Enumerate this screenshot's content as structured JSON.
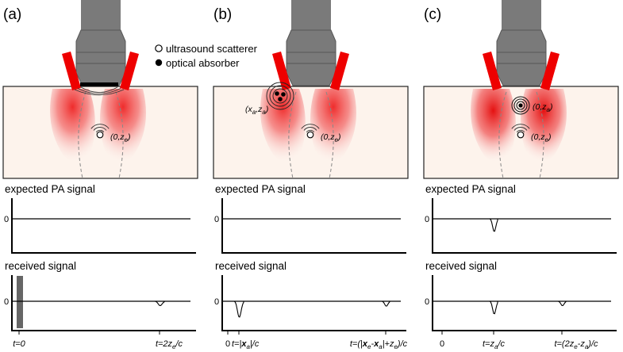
{
  "panels": [
    {
      "label": "(a)",
      "expected_title": "expected PA signal",
      "received_title": "received signal",
      "expected_zero": "0",
      "received_zero": "0",
      "scatterer_coord": "(0,z_e)",
      "absorber_coord": "",
      "received_ticks": [
        "t=0",
        "t=2z_e/c"
      ]
    },
    {
      "label": "(b)",
      "expected_title": "expected PA signal",
      "received_title": "received signal",
      "expected_zero": "0",
      "received_zero": "0",
      "scatterer_coord": "(0,z_e)",
      "absorber_coord": "(x_a,z_a)",
      "received_ticks": [
        "0",
        "t=|x_a|/c",
        "t=(|x_e-x_a|+z_e)/c"
      ]
    },
    {
      "label": "(c)",
      "expected_title": "expected PA signal",
      "received_title": "received signal",
      "expected_zero": "0",
      "received_zero": "0",
      "scatterer_coord": "(0,z_e)",
      "absorber_coord": "(0,z_a)",
      "received_ticks": [
        "0",
        "t=z_a/c",
        "t=(2z_e-z_a)/c"
      ]
    }
  ],
  "legend": {
    "scatterer": "ultrasound scatterer",
    "absorber": "optical absorber"
  },
  "colors": {
    "tissue": "#fdf3ec",
    "laser": "#ee0000",
    "probe": "#7a7a7a",
    "probe_dark": "#555555"
  }
}
